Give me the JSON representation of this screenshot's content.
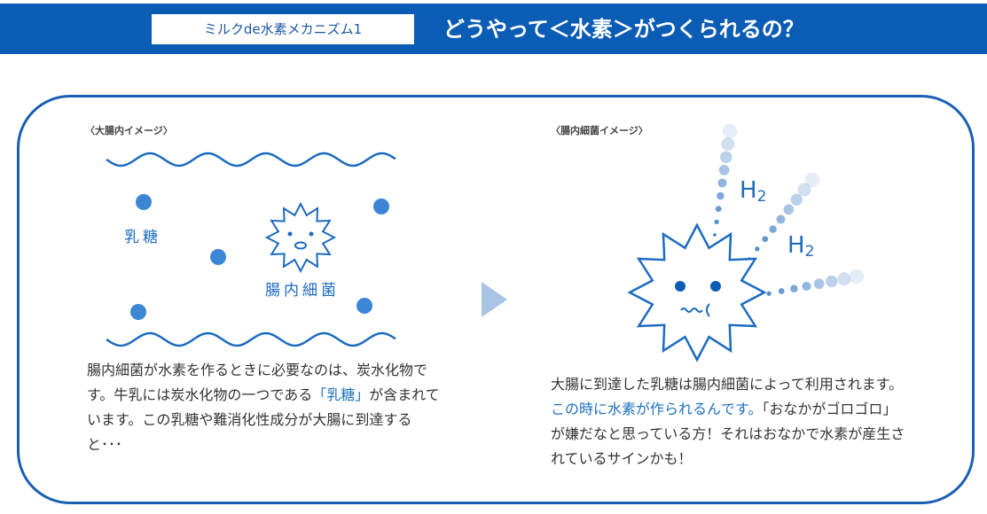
{
  "header": {
    "tag": "ミルクde水素メカニズム1",
    "title": "どうやって＜水素＞がつくられるの？"
  },
  "left": {
    "caption": "〈大腸内イメージ〉",
    "label_lactose": "乳糖",
    "label_bacteria": "腸内細菌",
    "text_1": "腸内細菌が水素を作るときに必要なのは、炭水化物です。牛乳には炭水化物の一つである",
    "text_hl": "「乳糖」",
    "text_2": "が含まれています。この乳糖や難消化性成分が大腸に到達すると･･･"
  },
  "right": {
    "caption": "〈腸内細菌イメージ〉",
    "h2_label": "H",
    "h2_sub": "2",
    "text_1": "大腸に到達した乳糖は腸内細菌によって利用されます。",
    "text_hl": "この時に水素が作られるんです。",
    "text_2": "「おなかがゴロゴロ」が嫌だなと思っている方！それはおなかで水素が産生されているサインかも！"
  },
  "colors": {
    "brand": "#0b5cb5",
    "accent": "#1d70c0",
    "dot": "#3c86d6"
  }
}
